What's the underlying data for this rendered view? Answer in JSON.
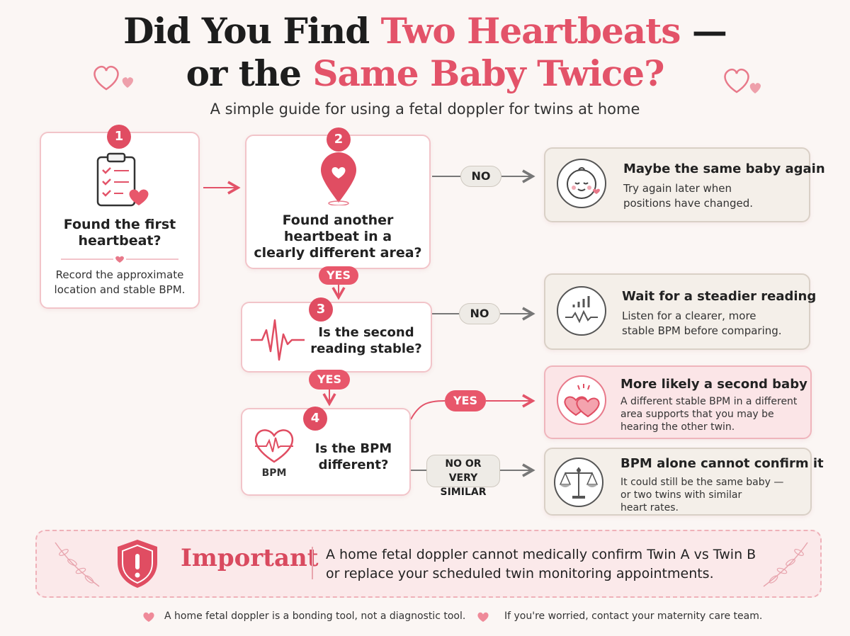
{
  "title": {
    "line1_a": "Did You Find ",
    "line1_b": "Two Heartbeats",
    "line1_c": " —",
    "line2_a": "or the ",
    "line2_b": "Same Baby Twice?"
  },
  "subtitle": "A simple guide for using a fetal doppler for twins at home",
  "steps": [
    {
      "num": "1",
      "q1": "Found the first",
      "q2": "heartbeat?",
      "d1": "Record the approximate",
      "d2": "location and stable BPM."
    },
    {
      "num": "2",
      "q1": "Found another",
      "q2": "heartbeat in a",
      "q3": "clearly different area?"
    },
    {
      "num": "3",
      "q1": "Is the second",
      "q2": "reading stable?"
    },
    {
      "num": "4",
      "q1": "Is the BPM",
      "q2": "different?",
      "icon_label": "BPM"
    }
  ],
  "connectors": {
    "no1": "NO",
    "yes1": "YES",
    "no2": "NO",
    "yes2": "YES",
    "yes3": "YES",
    "nosim1": "NO OR",
    "nosim2": "VERY SIMILAR"
  },
  "outcomes": [
    {
      "title": "Maybe the same baby again",
      "t1": "Try again later when",
      "t2": "positions have changed."
    },
    {
      "title": "Wait for a steadier reading",
      "t1": "Listen for a clearer, more",
      "t2": "stable BPM before comparing."
    },
    {
      "title": "More likely a second baby",
      "t1": "A different stable BPM in a different",
      "t2": "area supports that you may be",
      "t3": "hearing the other twin."
    },
    {
      "title": "BPM alone cannot confirm it",
      "t1": "It could still be the same baby —",
      "t2": "or two twins with similar",
      "t3": "heart rates."
    }
  ],
  "important": {
    "label": "Important",
    "t1": "A home fetal doppler cannot medically confirm Twin A vs Twin B",
    "t2": "or replace your scheduled twin monitoring appointments."
  },
  "footer": {
    "left": "A home fetal doppler is a bonding tool, not a diagnostic tool.",
    "right": "If you're worried, contact your maternity care team."
  },
  "colors": {
    "accent": "#e35369",
    "card_border": "#f2c4c9",
    "beige": "#f4efe9"
  }
}
